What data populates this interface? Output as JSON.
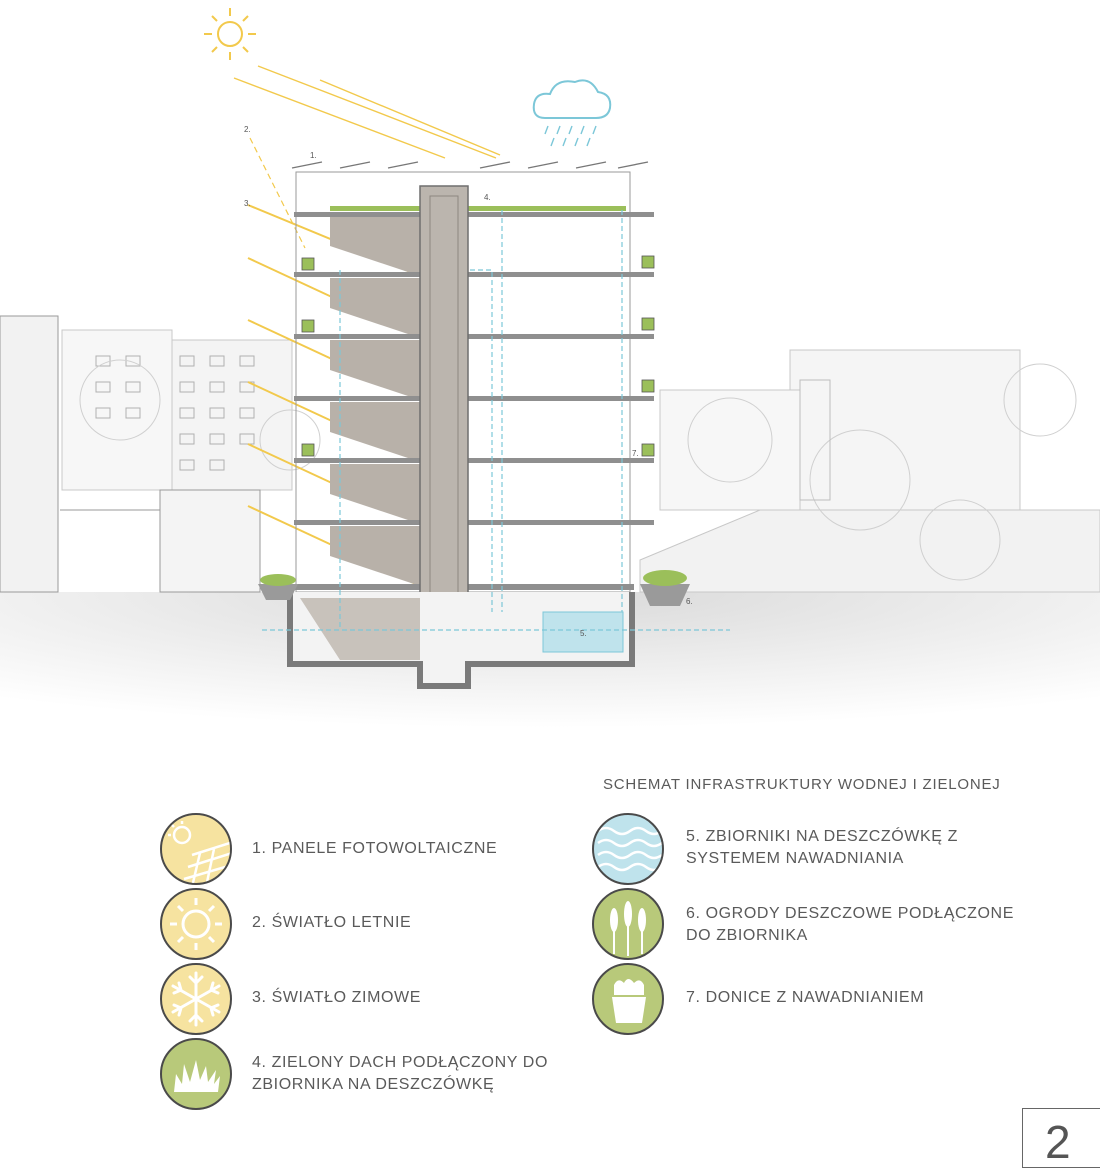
{
  "legend_title": "SCHEMAT INFRASTRUKTURY WODNEJ I ZIELONEJ",
  "legend": [
    {
      "number": "1.",
      "text": "1. PANELE FOTOWOLTAICZNE",
      "icon": "solar-panel-icon",
      "color": "#f6e3a0"
    },
    {
      "number": "2.",
      "text": "2. ŚWIATŁO LETNIE",
      "icon": "sun-icon",
      "color": "#f6e3a0"
    },
    {
      "number": "3.",
      "text": "3. ŚWIATŁO ZIMOWE",
      "icon": "snowflake-icon",
      "color": "#f6e3a0"
    },
    {
      "number": "4.",
      "text": "4. ZIELONY DACH PODŁĄCZONY DO\nZBIORNIKA NA DESZCZÓWKĘ",
      "icon": "grass-icon",
      "color": "#b8c97a"
    },
    {
      "number": "5.",
      "text": "5. ZBIORNIKI NA DESZCZÓWKĘ Z\nSYSTEMEM NAWADNIANIA",
      "icon": "water-waves-icon",
      "color": "#bfe3ec"
    },
    {
      "number": "6.",
      "text": "6. OGRODY DESZCZOWE PODŁĄCZONE\nDO ZBIORNIKA",
      "icon": "reeds-icon",
      "color": "#b8c97a"
    },
    {
      "number": "7.",
      "text": "7. DONICE Z NAWADNIANIEM",
      "icon": "planter-icon",
      "color": "#b8c97a"
    }
  ],
  "diagram_tags": [
    "1.",
    "2.",
    "3.",
    "4.",
    "5.",
    "6.",
    "7."
  ],
  "page_number": "2",
  "colors": {
    "sun": "#f2c94c",
    "rain": "#7cc7d8",
    "green_roof": "#9bbf5a",
    "building_shade": "#b5aea6",
    "slab": "#8a8a8a"
  }
}
